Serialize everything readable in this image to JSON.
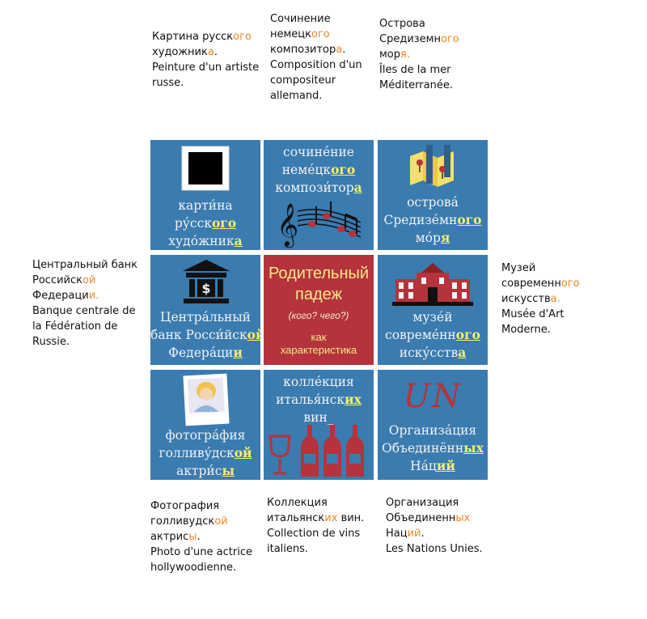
{
  "captions": {
    "top_left": {
      "lines": [
        [
          {
            "t": "Картина русск"
          },
          {
            "t": "ого",
            "o": true
          }
        ],
        [
          {
            "t": "художник"
          },
          {
            "t": "а",
            "o": true
          },
          {
            "t": "."
          }
        ],
        [
          {
            "t": "Peinture d'un artiste"
          }
        ],
        [
          {
            "t": "russe."
          }
        ]
      ]
    },
    "top_middle": {
      "lines": [
        [
          {
            "t": "Сочинение"
          }
        ],
        [
          {
            "t": "немецк"
          },
          {
            "t": "ого",
            "o": true
          }
        ],
        [
          {
            "t": "композитор"
          },
          {
            "t": "а",
            "o": true
          },
          {
            "t": "."
          }
        ],
        [
          {
            "t": "Composition d'un"
          }
        ],
        [
          {
            "t": "compositeur"
          }
        ],
        [
          {
            "t": "allemand."
          }
        ]
      ]
    },
    "top_right": {
      "lines": [
        [
          {
            "t": "Острова"
          }
        ],
        [
          {
            "t": "Средиземн"
          },
          {
            "t": "ого",
            "o": true
          }
        ],
        [
          {
            "t": "мор"
          },
          {
            "t": "я.",
            "o": true
          }
        ],
        [
          {
            "t": "Îles de la mer"
          }
        ],
        [
          {
            "t": "Méditerranée."
          }
        ]
      ]
    },
    "left": {
      "lines": [
        [
          {
            "t": "Центральный банк"
          }
        ],
        [
          {
            "t": "Российск"
          },
          {
            "t": "ой",
            "o": true
          }
        ],
        [
          {
            "t": "Федераци"
          },
          {
            "t": "и.",
            "o": true
          }
        ],
        [
          {
            "t": "Banque centrale de"
          }
        ],
        [
          {
            "t": "la Fédération de"
          }
        ],
        [
          {
            "t": "Russie."
          }
        ]
      ]
    },
    "right": {
      "lines": [
        [
          {
            "t": "Музей"
          }
        ],
        [
          {
            "t": "современн"
          },
          {
            "t": "ого",
            "o": true
          }
        ],
        [
          {
            "t": "искусств"
          },
          {
            "t": "а.",
            "o": true
          }
        ],
        [
          {
            "t": "Musée d'Art"
          }
        ],
        [
          {
            "t": "Moderne."
          }
        ]
      ]
    },
    "bottom_left": {
      "lines": [
        [
          {
            "t": "Фотография"
          }
        ],
        [
          {
            "t": "голливудск"
          },
          {
            "t": "ой",
            "o": true
          }
        ],
        [
          {
            "t": "актрис"
          },
          {
            "t": "ы",
            "o": true
          },
          {
            "t": "."
          }
        ],
        [
          {
            "t": "Photo d'une actrice"
          }
        ],
        [
          {
            "t": "hollywoodienne."
          }
        ]
      ]
    },
    "bottom_middle": {
      "lines": [
        [
          {
            "t": "Коллекция"
          }
        ],
        [
          {
            "t": "итальянск"
          },
          {
            "t": "их",
            "o": true
          },
          {
            "t": " вин."
          }
        ],
        [
          {
            "t": "Collection de vins"
          }
        ],
        [
          {
            "t": "italiens."
          }
        ]
      ]
    },
    "bottom_right": {
      "lines": [
        [
          {
            "t": "Организация"
          }
        ],
        [
          {
            "t": "Объединенн"
          },
          {
            "t": "ых",
            "o": true
          }
        ],
        [
          {
            "t": "Нац"
          },
          {
            "t": "ий",
            "o": true
          },
          {
            "t": "."
          }
        ],
        [
          {
            "t": "Les Nations Unies."
          }
        ]
      ]
    }
  },
  "tiles": {
    "painting": {
      "icon": "black-square-painting-icon",
      "lines": [
        [
          {
            "t": "карти́на"
          }
        ],
        [
          {
            "t": "ру́сск"
          },
          {
            "t": "ого",
            "h": true
          }
        ],
        [
          {
            "t": "худо́жник"
          },
          {
            "t": "а",
            "h": true
          }
        ]
      ]
    },
    "composition": {
      "icon": "music-notes-icon",
      "lines": [
        [
          {
            "t": "сочине́ние"
          }
        ],
        [
          {
            "t": "неме́цк"
          },
          {
            "t": "ого",
            "h": true
          }
        ],
        [
          {
            "t": "компози́тор"
          },
          {
            "t": "а",
            "h": true
          }
        ]
      ]
    },
    "islands": {
      "icon": "map-pins-icon",
      "lines": [
        [
          {
            "t": "острова́"
          }
        ],
        [
          {
            "t": "Средизе́мн"
          },
          {
            "t": "ого",
            "h": true
          }
        ],
        [
          {
            "t": "мо́р"
          },
          {
            "t": "я",
            "h": true
          }
        ]
      ]
    },
    "bank": {
      "icon": "bank-dollar-icon",
      "lines": [
        [
          {
            "t": "Центра́льный"
          }
        ],
        [
          {
            "t": "банк Росси́йск"
          },
          {
            "t": "ой",
            "h": true
          }
        ],
        [
          {
            "t": "Федера́ци"
          },
          {
            "t": "и",
            "h": true
          }
        ]
      ]
    },
    "center": {
      "title_lines": [
        "Родительный",
        "падеж"
      ],
      "subtitle": "(кого? чего?)",
      "characteristic_lines": [
        "как",
        "характеристика"
      ]
    },
    "museum": {
      "icon": "museum-building-icon",
      "lines": [
        [
          {
            "t": "музе́й"
          }
        ],
        [
          {
            "t": "совреме́нн"
          },
          {
            "t": "ого",
            "h": true
          }
        ],
        [
          {
            "t": "иску́сств"
          },
          {
            "t": "а",
            "h": true
          }
        ]
      ]
    },
    "photo": {
      "icon": "polaroid-photo-icon",
      "lines": [
        [
          {
            "t": "фотогра́фия"
          }
        ],
        [
          {
            "t": "голливу́дск"
          },
          {
            "t": "ой",
            "h": true
          }
        ],
        [
          {
            "t": "актри́с"
          },
          {
            "t": "ы",
            "h": true
          }
        ]
      ]
    },
    "wine": {
      "icon": "wine-bottles-icon",
      "lines": [
        [
          {
            "t": "колле́кция"
          }
        ],
        [
          {
            "t": "италья́нск"
          },
          {
            "t": "их",
            "h": true
          }
        ],
        [
          {
            "t": "вин_"
          }
        ]
      ]
    },
    "un": {
      "logo_text": "UN",
      "lines": [
        [
          {
            "t": "Организа́ция"
          }
        ],
        [
          {
            "t": "Объединённ"
          },
          {
            "t": "ых",
            "h": true
          }
        ],
        [
          {
            "t": "На́ц"
          },
          {
            "t": "ий",
            "h": true
          }
        ]
      ]
    }
  },
  "colors": {
    "tile_blue": "#3a7bb0",
    "center_red": "#b5333c",
    "ending_highlight": "#f6f16a",
    "caption_ending_orange": "#f0872a"
  }
}
